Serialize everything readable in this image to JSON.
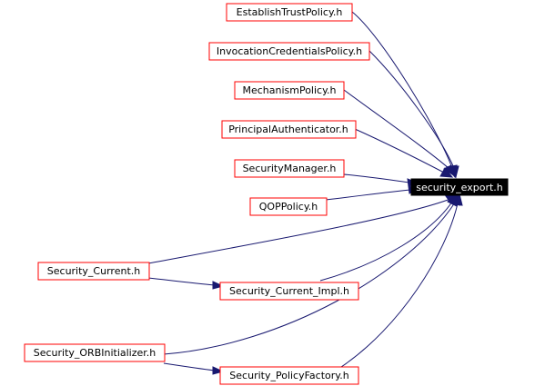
{
  "graph": {
    "target": {
      "label": "security_export.h"
    },
    "nodes": [
      {
        "id": "establish",
        "label": "EstablishTrustPolicy.h"
      },
      {
        "id": "invocation",
        "label": "InvocationCredentialsPolicy.h"
      },
      {
        "id": "mechanism",
        "label": "MechanismPolicy.h"
      },
      {
        "id": "principal",
        "label": "PrincipalAuthenticator.h"
      },
      {
        "id": "secmanager",
        "label": "SecurityManager.h"
      },
      {
        "id": "qop",
        "label": "QOPPolicy.h"
      },
      {
        "id": "current",
        "label": "Security_Current.h"
      },
      {
        "id": "currentimpl",
        "label": "Security_Current_Impl.h"
      },
      {
        "id": "orbinit",
        "label": "Security_ORBInitializer.h"
      },
      {
        "id": "policyfactory",
        "label": "Security_PolicyFactory.h"
      }
    ],
    "edges": [
      {
        "from": "establish",
        "to": "target"
      },
      {
        "from": "invocation",
        "to": "target"
      },
      {
        "from": "mechanism",
        "to": "target"
      },
      {
        "from": "principal",
        "to": "target"
      },
      {
        "from": "secmanager",
        "to": "target"
      },
      {
        "from": "qop",
        "to": "target"
      },
      {
        "from": "current",
        "to": "target"
      },
      {
        "from": "current",
        "to": "currentimpl"
      },
      {
        "from": "currentimpl",
        "to": "target"
      },
      {
        "from": "orbinit",
        "to": "target"
      },
      {
        "from": "orbinit",
        "to": "policyfactory"
      },
      {
        "from": "policyfactory",
        "to": "target"
      }
    ],
    "colors": {
      "node_border": "#ff0000",
      "edge": "#191970",
      "target_fill": "#000000",
      "target_text": "#ffffff"
    }
  }
}
